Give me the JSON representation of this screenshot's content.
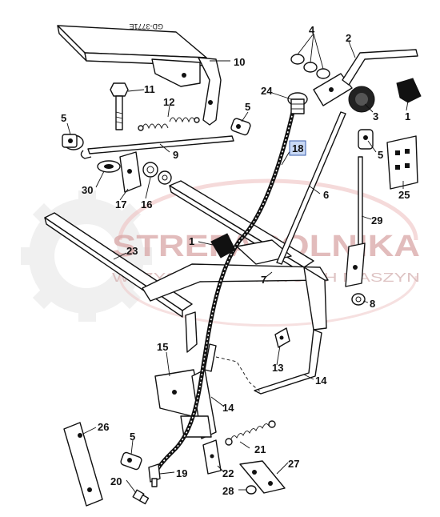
{
  "diagram": {
    "drawing_code": "GD-3771E",
    "highlighted_part": "18",
    "callouts": [
      "1",
      "2",
      "3",
      "4",
      "5",
      "6",
      "7",
      "8",
      "9",
      "10",
      "11",
      "12",
      "13",
      "14",
      "15",
      "16",
      "17",
      "18",
      "19",
      "20",
      "21",
      "22",
      "23",
      "24",
      "25",
      "26",
      "27",
      "28",
      "29",
      "30"
    ],
    "labels": {
      "p1a": "1",
      "p1b": "1",
      "p2": "2",
      "p3": "3",
      "p4": "4",
      "p5a": "5",
      "p5b": "5",
      "p5c": "5",
      "p5d": "5",
      "p6": "6",
      "p7": "7",
      "p8": "8",
      "p9": "9",
      "p10": "10",
      "p11": "11",
      "p12": "12",
      "p13": "13",
      "p14a": "14",
      "p14b": "14",
      "p15": "15",
      "p16": "16",
      "p17": "17",
      "p18": "18",
      "p19": "19",
      "p20": "20",
      "p21": "21",
      "p22": "22",
      "p23": "23",
      "p24": "24",
      "p25": "25",
      "p26": "26",
      "p27": "27",
      "p28": "28",
      "p29": "29",
      "p30": "30"
    }
  },
  "watermark": {
    "title": "STREFAROLNIKA",
    "subtitle": "WSZYSTKO DLA TWOICH MASZYN",
    "colors": {
      "gear": "#e3e3e3",
      "ring": "#e8b4b4",
      "text": "#d9a6a6"
    }
  }
}
